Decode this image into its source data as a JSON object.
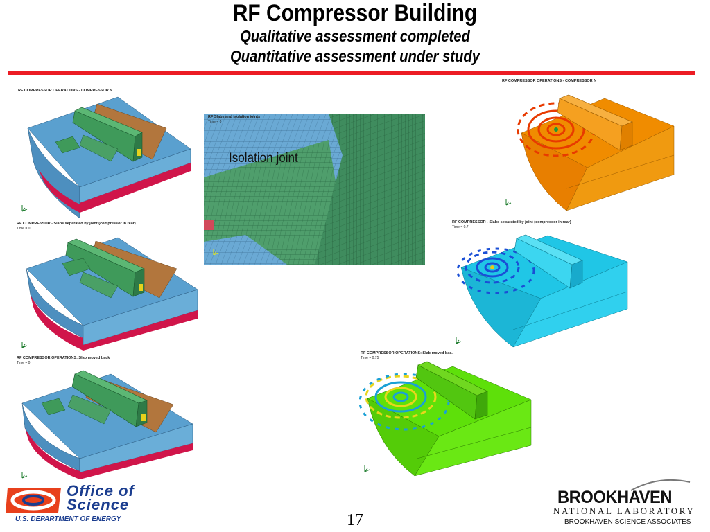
{
  "slide": {
    "title": "RF Compressor Building",
    "subtitle1": "Qualitative assessment completed",
    "subtitle2": "Quantitative assessment under study",
    "page_number": "17"
  },
  "panels": {
    "left_top": {
      "caption": "RF COMPRESSOR OPERATIONS - COMPRESSOR N"
    },
    "left_mid": {
      "caption": "RF COMPRESSOR - Slabs separated by joint (compressor in rear)",
      "time": "Time =        0"
    },
    "left_bot": {
      "caption": "RF COMPRESSOR OPERATIONS: Slab moved back",
      "time": "Time =        0"
    },
    "mesh": {
      "caption": "RF Slabs and isolation joints",
      "time": "Time =        0",
      "annotation": "Isolation joint"
    },
    "right_top": {
      "caption": "RF COMPRESSOR OPERATIONS - COMPRESSOR N"
    },
    "right_mid": {
      "caption": "RF COMPRESSOR - Slabs separated by joint (compressor in rear)",
      "time": "Time =       0.7"
    },
    "right_bot": {
      "caption": "RF COMPRESSOR OPERATIONS: Slab moved bac..",
      "time": "Time =       0.75"
    }
  },
  "logos": {
    "doe_line1": "Office of",
    "doe_line2": "Science",
    "doe_line3": "U.S. DEPARTMENT OF ENERGY",
    "bnl_line1": "BROOKHAVEN",
    "bnl_line2": "NATIONAL LABORATORY",
    "bnl_line3": "BROOKHAVEN SCIENCE ASSOCIATES"
  },
  "colors": {
    "accent_bar": "#ec1c24",
    "slab_blue": "#5aa0cf",
    "base_red": "#d0154a",
    "beam_green": "#3f9a5a",
    "slab_brown": "#b2763d",
    "contour_orange": "#f08c00",
    "contour_cyan": "#20c6e6",
    "contour_green": "#5ee00a"
  }
}
